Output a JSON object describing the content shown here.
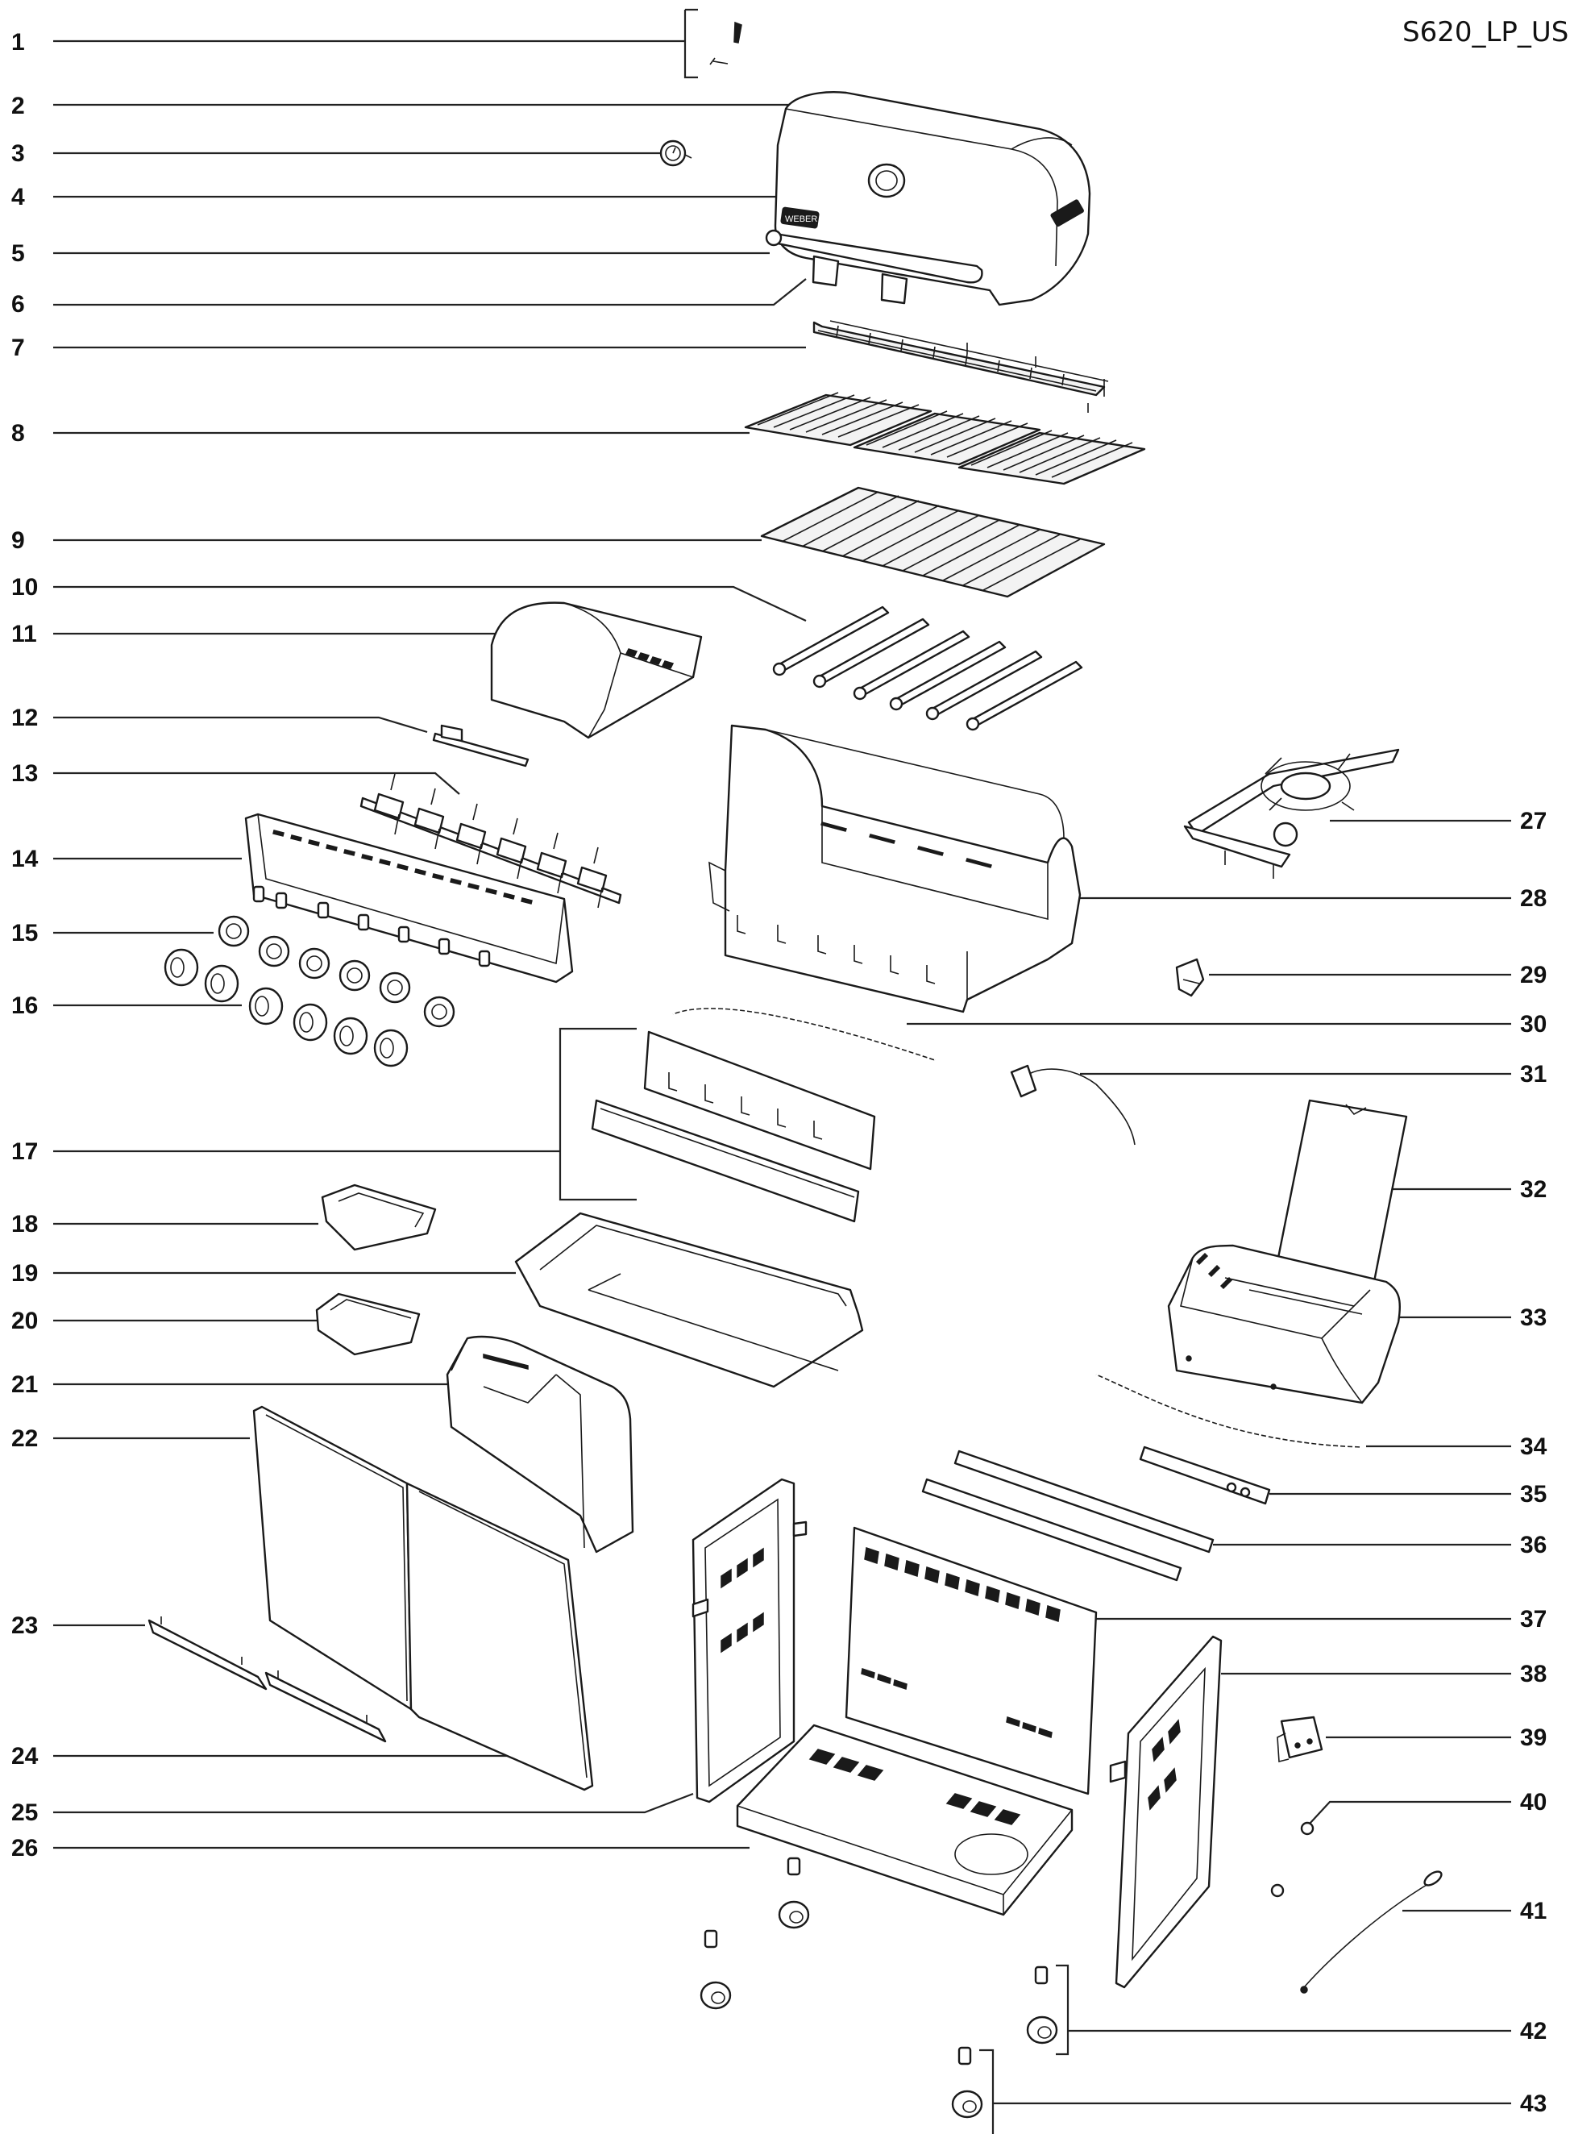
{
  "model_code": "S620_LP_US",
  "labels_left": [
    "1",
    "2",
    "3",
    "4",
    "5",
    "6",
    "7",
    "8",
    "9",
    "10",
    "11",
    "12",
    "13",
    "14",
    "15",
    "16",
    "17",
    "18",
    "19",
    "20",
    "21",
    "22",
    "23",
    "24",
    "25",
    "26"
  ],
  "labels_right": [
    "27",
    "28",
    "29",
    "30",
    "31",
    "32",
    "33",
    "34",
    "35",
    "36",
    "37",
    "38",
    "39",
    "40",
    "41",
    "42",
    "43"
  ]
}
